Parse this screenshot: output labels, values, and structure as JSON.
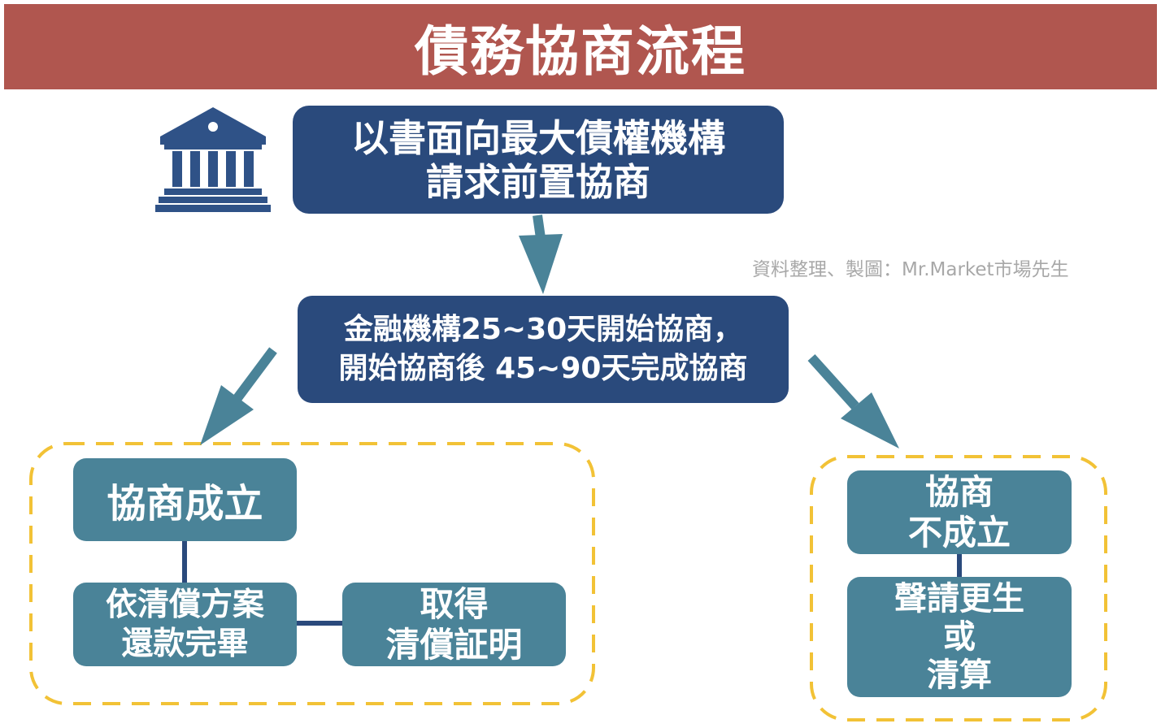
{
  "header": {
    "title": "債務協商流程",
    "background_color": "#b0564f"
  },
  "icons": {
    "institution": "bank-building-icon"
  },
  "steps": {
    "request": {
      "lines": [
        "以書面向最大債權機構",
        "請求前置協商"
      ]
    },
    "timeline": {
      "lines": [
        "金融機構25~30天開始協商，",
        "開始協商後 45~90天完成協商"
      ]
    }
  },
  "credit": "資料整理、製圖：Mr.Market市場先生",
  "success_branch": {
    "outcome": "協商成立",
    "repay": {
      "lines": [
        "依清償方案",
        "還款完畢"
      ]
    },
    "certificate": {
      "lines": [
        "取得",
        "清償証明"
      ]
    }
  },
  "failure_branch": {
    "outcome": {
      "lines": [
        "協商",
        "不成立"
      ]
    },
    "next": {
      "lines": [
        "聲請更生",
        "或",
        "清算"
      ]
    }
  },
  "colors": {
    "navy_box": "#2a4a7c",
    "teal_box": "#4a8398",
    "arrow": "#4a8398",
    "dashed_border": "#f2c236",
    "connector": "#2a4a7c"
  }
}
